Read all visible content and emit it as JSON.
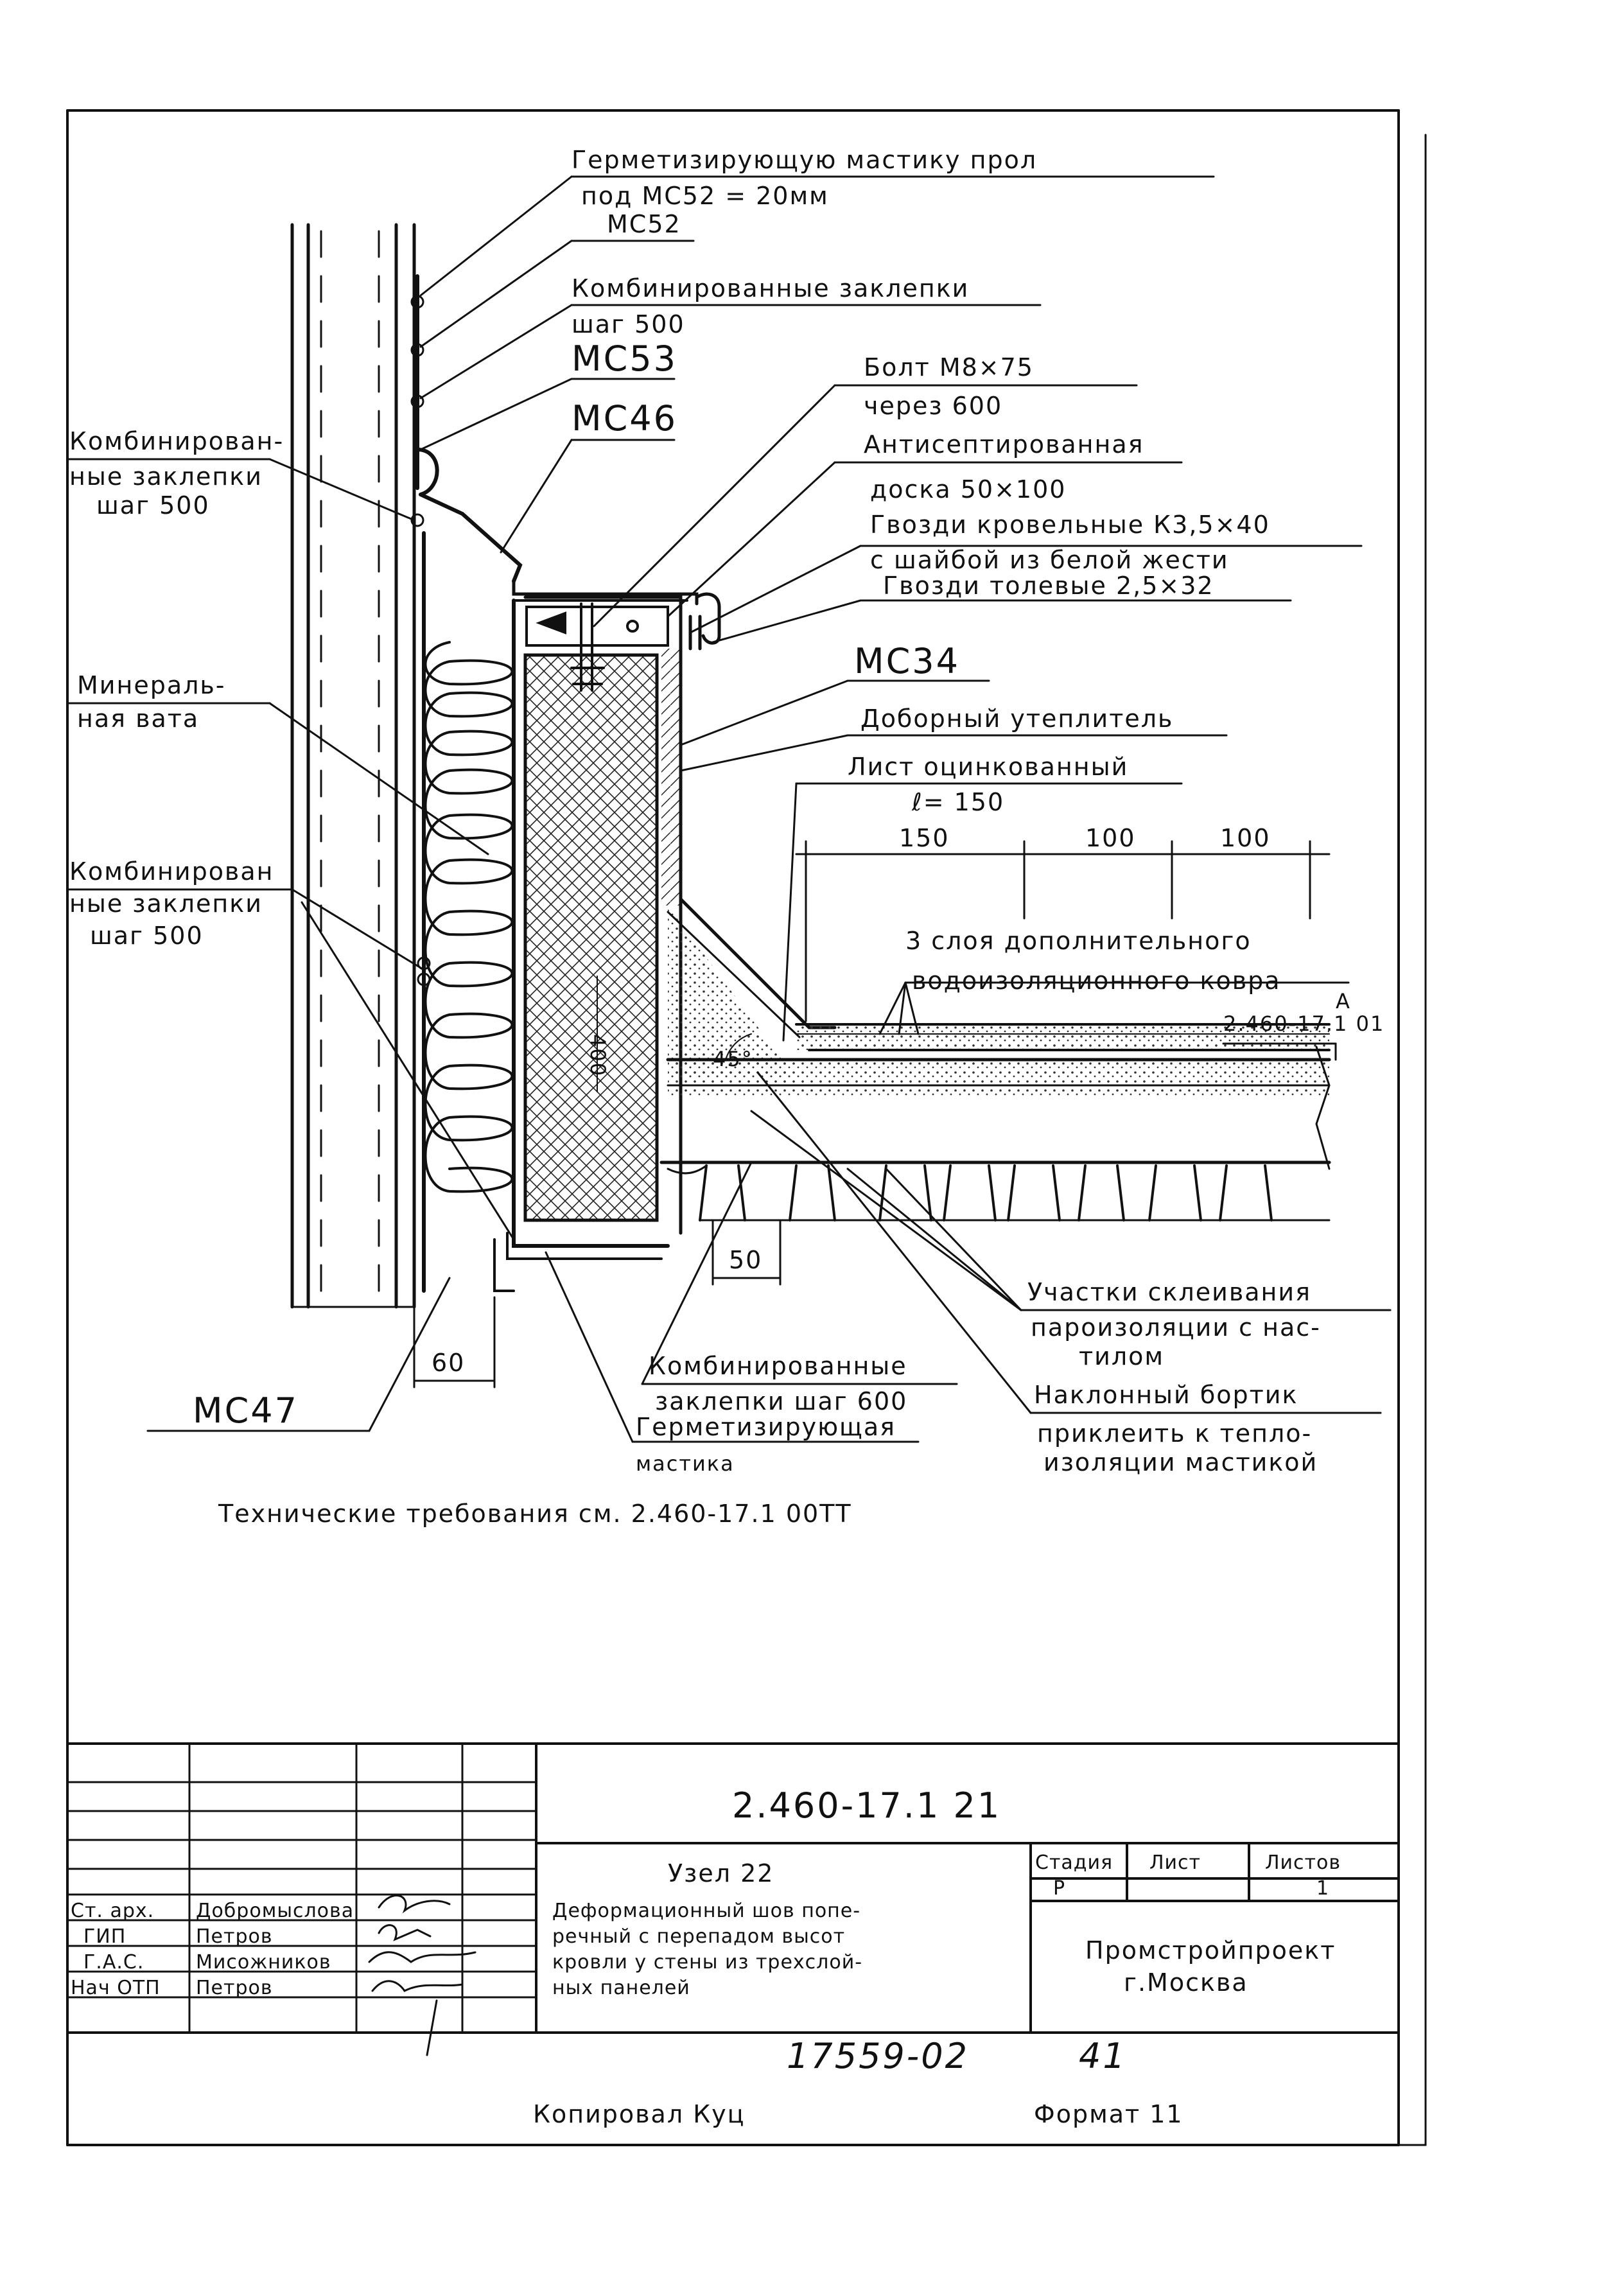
{
  "callouts": {
    "mastic_top": "Герметизирующую мастику прол",
    "mastic_top_2": "под МС52 = 20мм",
    "ms52": "МС52",
    "rivets_top": "Комбинированные заклепки",
    "rivets_top_step": "шаг 500",
    "ms53": "МС53",
    "ms46": "МС46",
    "rivets_left_1": "Комбинирован-",
    "rivets_left_2": "ные заклепки",
    "rivets_left_3": "шаг 500",
    "bolt": "Болт М8×75",
    "bolt_step": "через 600",
    "board_1": "Антисептированная",
    "board_2": "доска 50×100",
    "nails_1": "Гвозди кровельные К3,5×40",
    "nails_2": "с шайбой из белой жести",
    "nails_3": "Гвозди толевые 2,5×32",
    "ms34": "МС34",
    "extra_insulation": "Доборный утеплитель",
    "galv_sheet": "Лист оцинкованный",
    "galv_len": "ℓ= 150",
    "mineral_1": "Минераль-",
    "mineral_2": "ная вата",
    "rivets_mid_1": "Комбинирован",
    "rivets_mid_2": "ные заклепки",
    "rivets_mid_3": "шаг 500",
    "layers_1": "3 слоя дополнительного",
    "layers_2": "водоизоляционного ковра",
    "ref_a": "А",
    "ref_sheet": "2.460-17.1 01",
    "glue_1": "Участки склеивания",
    "glue_2": "пароизоляции с нас-",
    "glue_3": "тилом",
    "rivets_bot_1": "Комбинированные",
    "rivets_bot_2": "заклепки шаг 600",
    "sealing_1": "Герметизирующая",
    "sealing_2": "мастика",
    "incline_1": "Наклонный бортик",
    "incline_2": "приклеить к тепло-",
    "incline_3": "изоляции мастикой",
    "ms47": "МС47"
  },
  "dims": {
    "d150": "150",
    "d100a": "100",
    "d100b": "100",
    "d400": "400",
    "d45": "45°",
    "d50": "50",
    "d60": "60"
  },
  "tech_req": "Технические требования см. 2.460-17.1 00ТТ",
  "title_block": {
    "doc_code": "2.460-17.1 21",
    "node": "Узел 22",
    "desc_1": "Деформационный шов попе-",
    "desc_2": "речный с перепадом высот",
    "desc_3": "кровли у стены из трехслой-",
    "desc_4": "ных панелей",
    "stage_hdr": "Стадия",
    "sheet_hdr": "Лист",
    "sheets_hdr": "Листов",
    "stage_val": "Р",
    "sheets_val": "1",
    "org_1": "Промстройпроект",
    "org_2": "г.Москва",
    "roles": [
      {
        "role": "Ст. арх.",
        "name": "Добромыслова"
      },
      {
        "role": "ГИП",
        "name": "Петров"
      },
      {
        "role": "Г.А.С.",
        "name": "Мисожников"
      },
      {
        "role": "Нач ОТП",
        "name": "Петров"
      }
    ],
    "archive_no": "17559-02",
    "page_no": "41"
  },
  "footer": {
    "copied": "Копировал Куц",
    "format": "Формат 11"
  }
}
